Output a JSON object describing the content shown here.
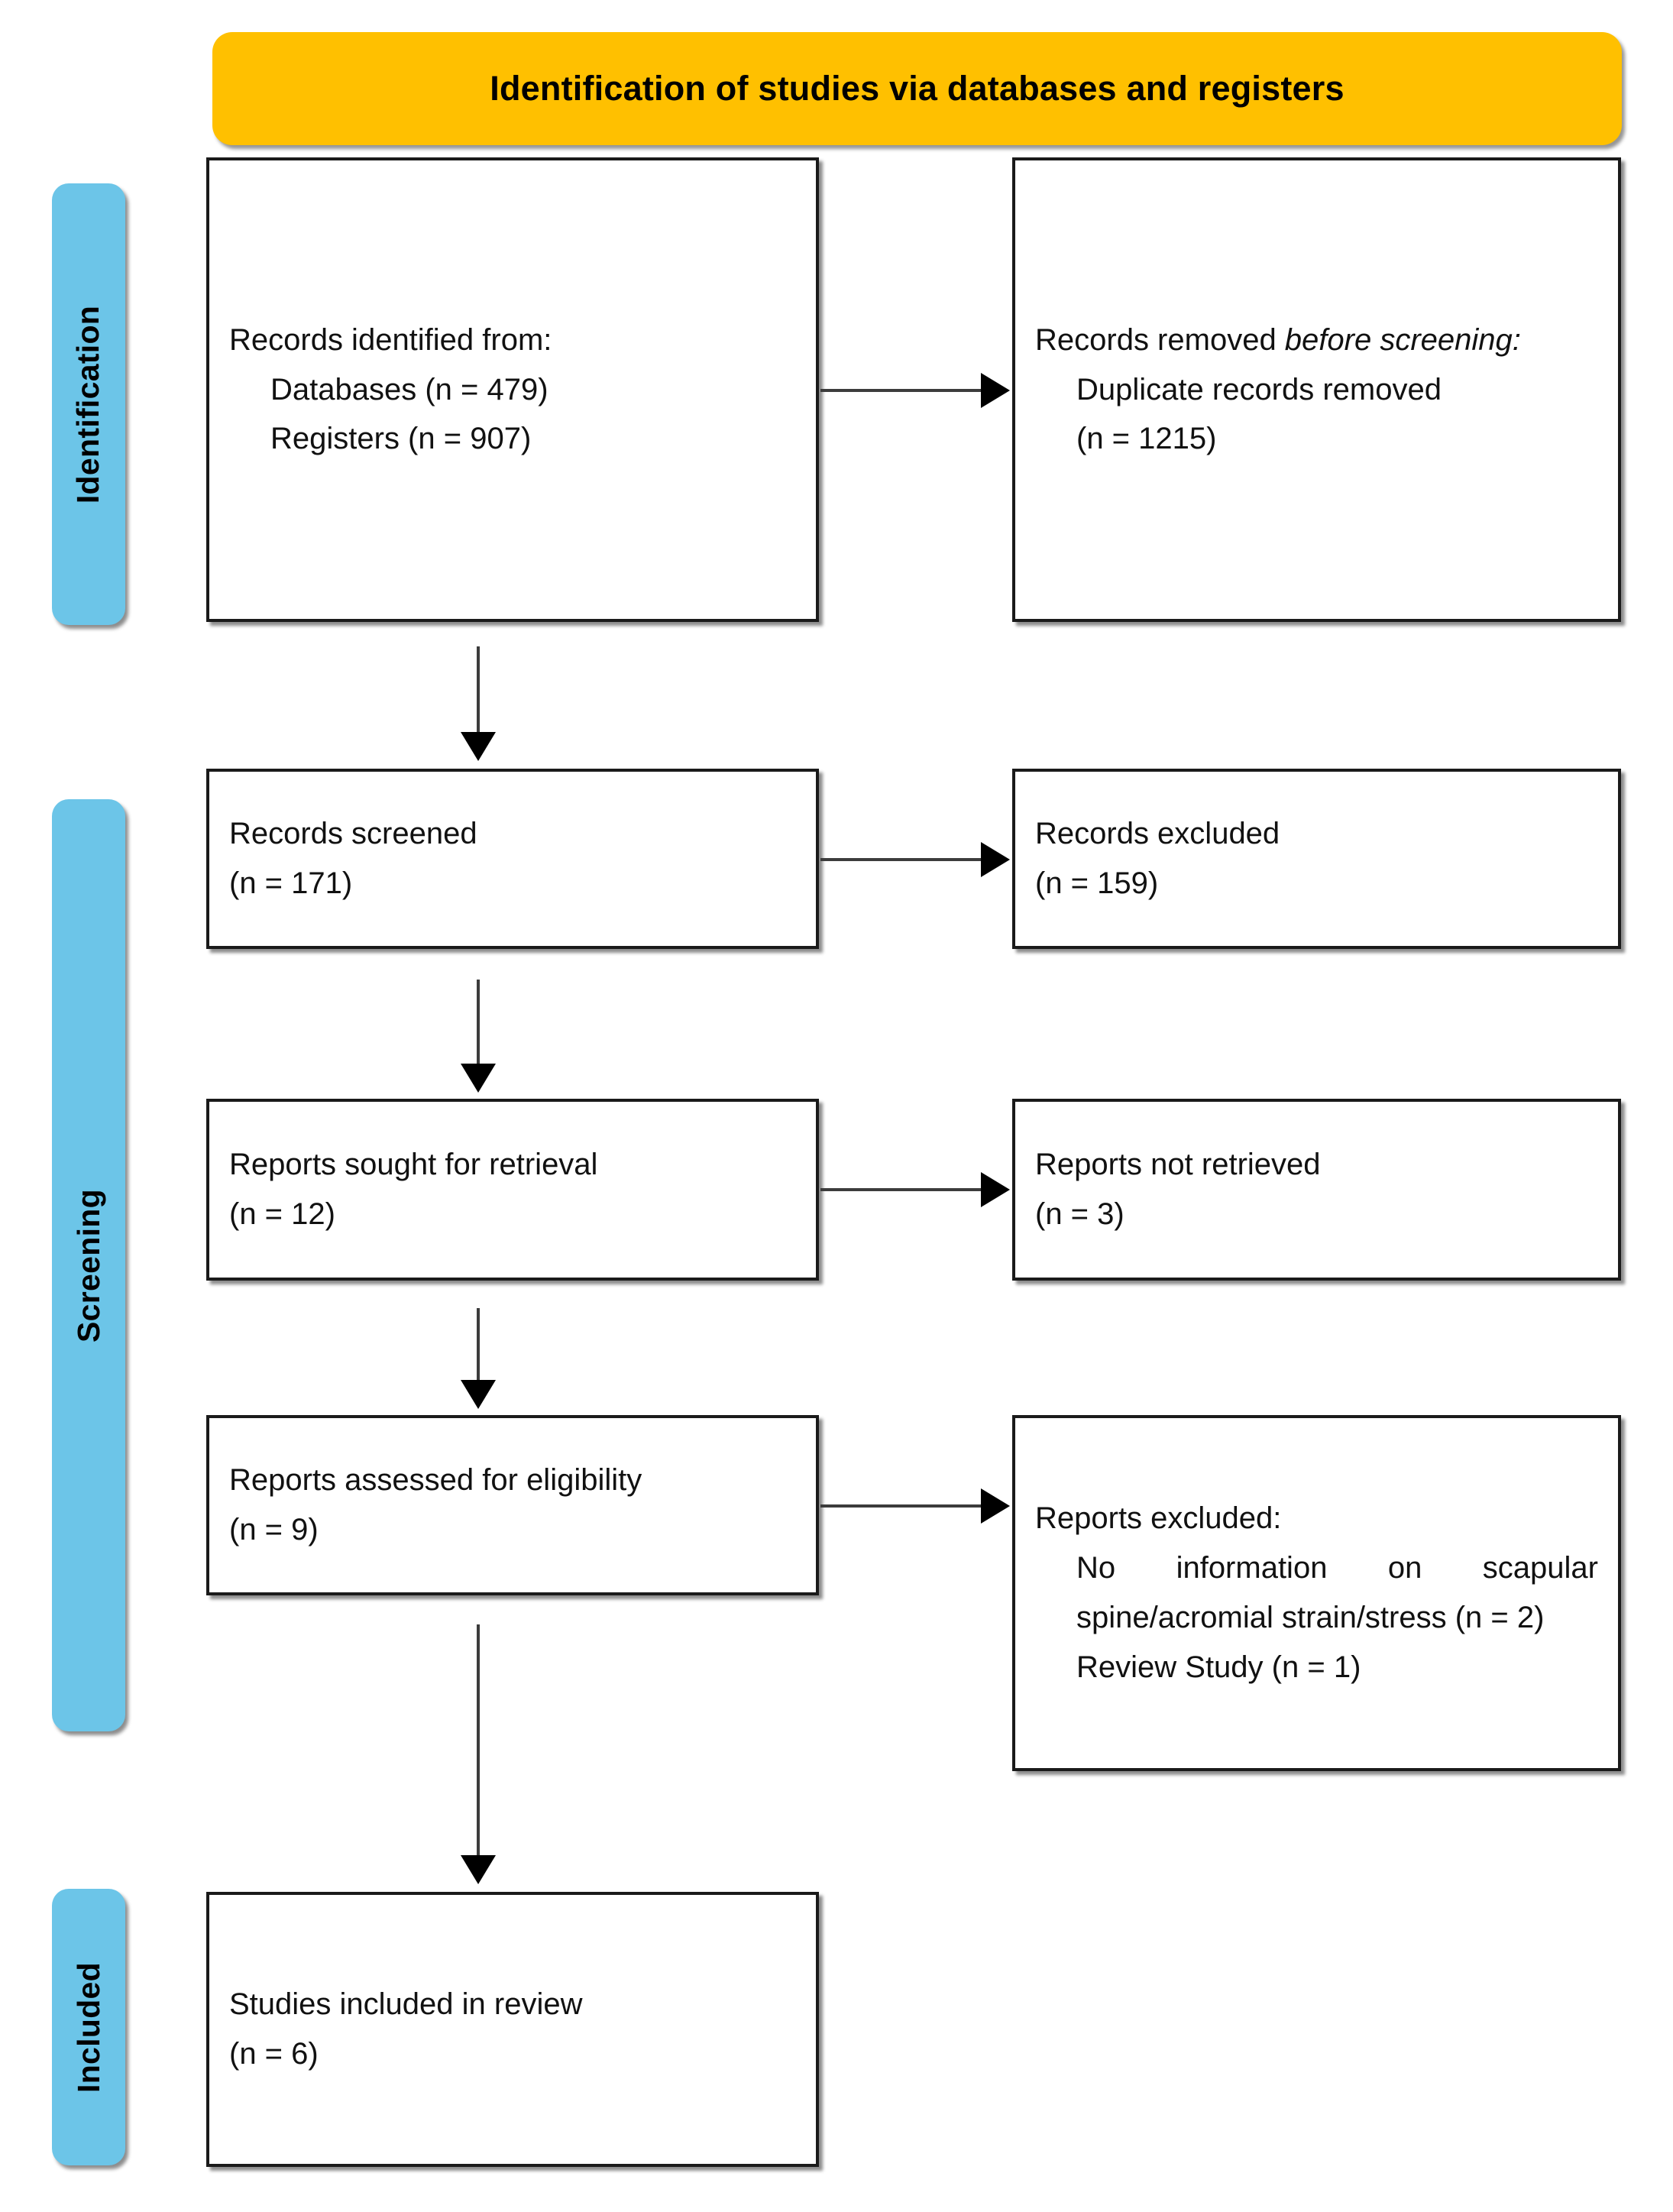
{
  "banner": {
    "title": "Identification of studies via databases and registers",
    "color": "#ffc000"
  },
  "stages": {
    "identification": "Identification",
    "screening": "Screening",
    "included": "Included",
    "color": "#6cc5e8"
  },
  "boxes": {
    "identified": {
      "line1": "Records identified from:",
      "line2": "Databases (n = 479)",
      "line3": "Registers (n = 907)"
    },
    "removed": {
      "line1_a": "Records removed ",
      "line1_b": "before screening",
      "line1_c": ":",
      "line2": "Duplicate records removed",
      "line3": "(n = 1215)"
    },
    "screened": {
      "line1": "Records screened",
      "line2": "(n = 171)"
    },
    "excluded": {
      "line1": "Records excluded",
      "line2": "(n = 159)"
    },
    "sought": {
      "line1": "Reports sought for retrieval",
      "line2": "(n = 12)"
    },
    "not_retrieved": {
      "line1": "Reports not retrieved",
      "line2": "(n = 3)"
    },
    "assessed": {
      "line1": "Reports assessed for eligibility",
      "line2": "(n = 9)"
    },
    "reports_excluded": {
      "line1": "Reports excluded:",
      "line2": "No information on scapular spine/acromial strain/stress (n = 2)",
      "line3": "Review Study (n = 1)"
    },
    "included": {
      "line1": "Studies included in review",
      "line2": "(n = 6)"
    }
  },
  "flow": {
    "arrow_identified_to_removed": "arrow-right",
    "arrow_identified_to_screened": "arrow-down",
    "arrow_screened_to_excluded": "arrow-right",
    "arrow_screened_to_sought": "arrow-down",
    "arrow_sought_to_notretrieved": "arrow-right",
    "arrow_sought_to_assessed": "arrow-down",
    "arrow_assessed_to_repexcluded": "arrow-right",
    "arrow_assessed_to_included": "arrow-down"
  }
}
